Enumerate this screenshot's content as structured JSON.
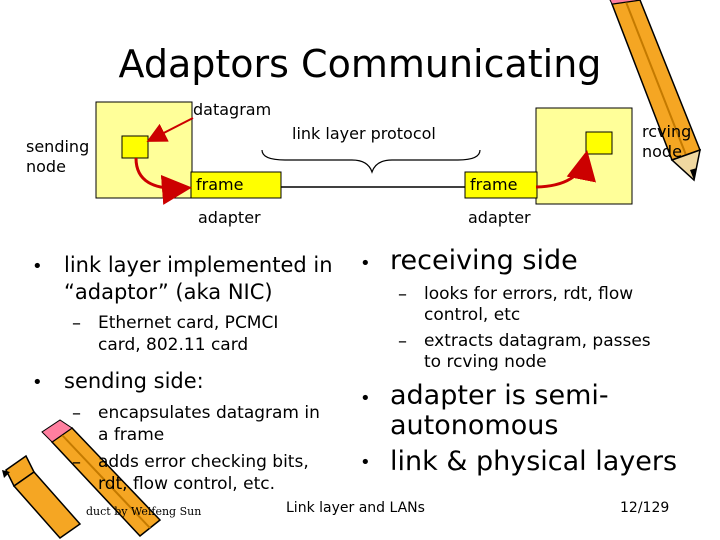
{
  "slide": {
    "title": "Adaptors Communicating"
  },
  "diagram": {
    "label_datagram": "datagram",
    "label_link_protocol": "link layer protocol",
    "label_sending_node": [
      "sending",
      "node"
    ],
    "label_rcving_node": [
      "rcving",
      "node"
    ],
    "frame_left": "frame",
    "frame_right": "frame",
    "adapter_left": "adapter",
    "adapter_right": "adapter",
    "colors": {
      "node_fill": "#ffff99",
      "frame_fill": "#ffff00",
      "arrow": "#cc0000"
    }
  },
  "bullets": {
    "left": {
      "b1": [
        "link layer implemented in",
        "“adaptor” (aka NIC)"
      ],
      "b1_sub": [
        "Ethernet card, PCMCI",
        "card, 802.11 card"
      ],
      "b2": "sending side:",
      "b2_sub1": [
        "encapsulates datagram in",
        "a frame"
      ],
      "b2_sub2": [
        "adds error checking bits,",
        "rdt, flow control, etc."
      ]
    },
    "right": {
      "b1": "receiving side",
      "b1_sub1": [
        "looks for errors, rdt, flow",
        "control, etc"
      ],
      "b1_sub2": [
        "extracts datagram, passes",
        "to rcving node"
      ],
      "b2": [
        "adapter is semi-",
        "autonomous"
      ],
      "b3": "link & physical layers"
    }
  },
  "footer": {
    "credit": "duct by Weifeng Sun",
    "center": "Link layer and LANs",
    "page": "12/129"
  },
  "decorations": {
    "top_right": "pencil-icon",
    "bottom_left": "pencil-icon"
  }
}
